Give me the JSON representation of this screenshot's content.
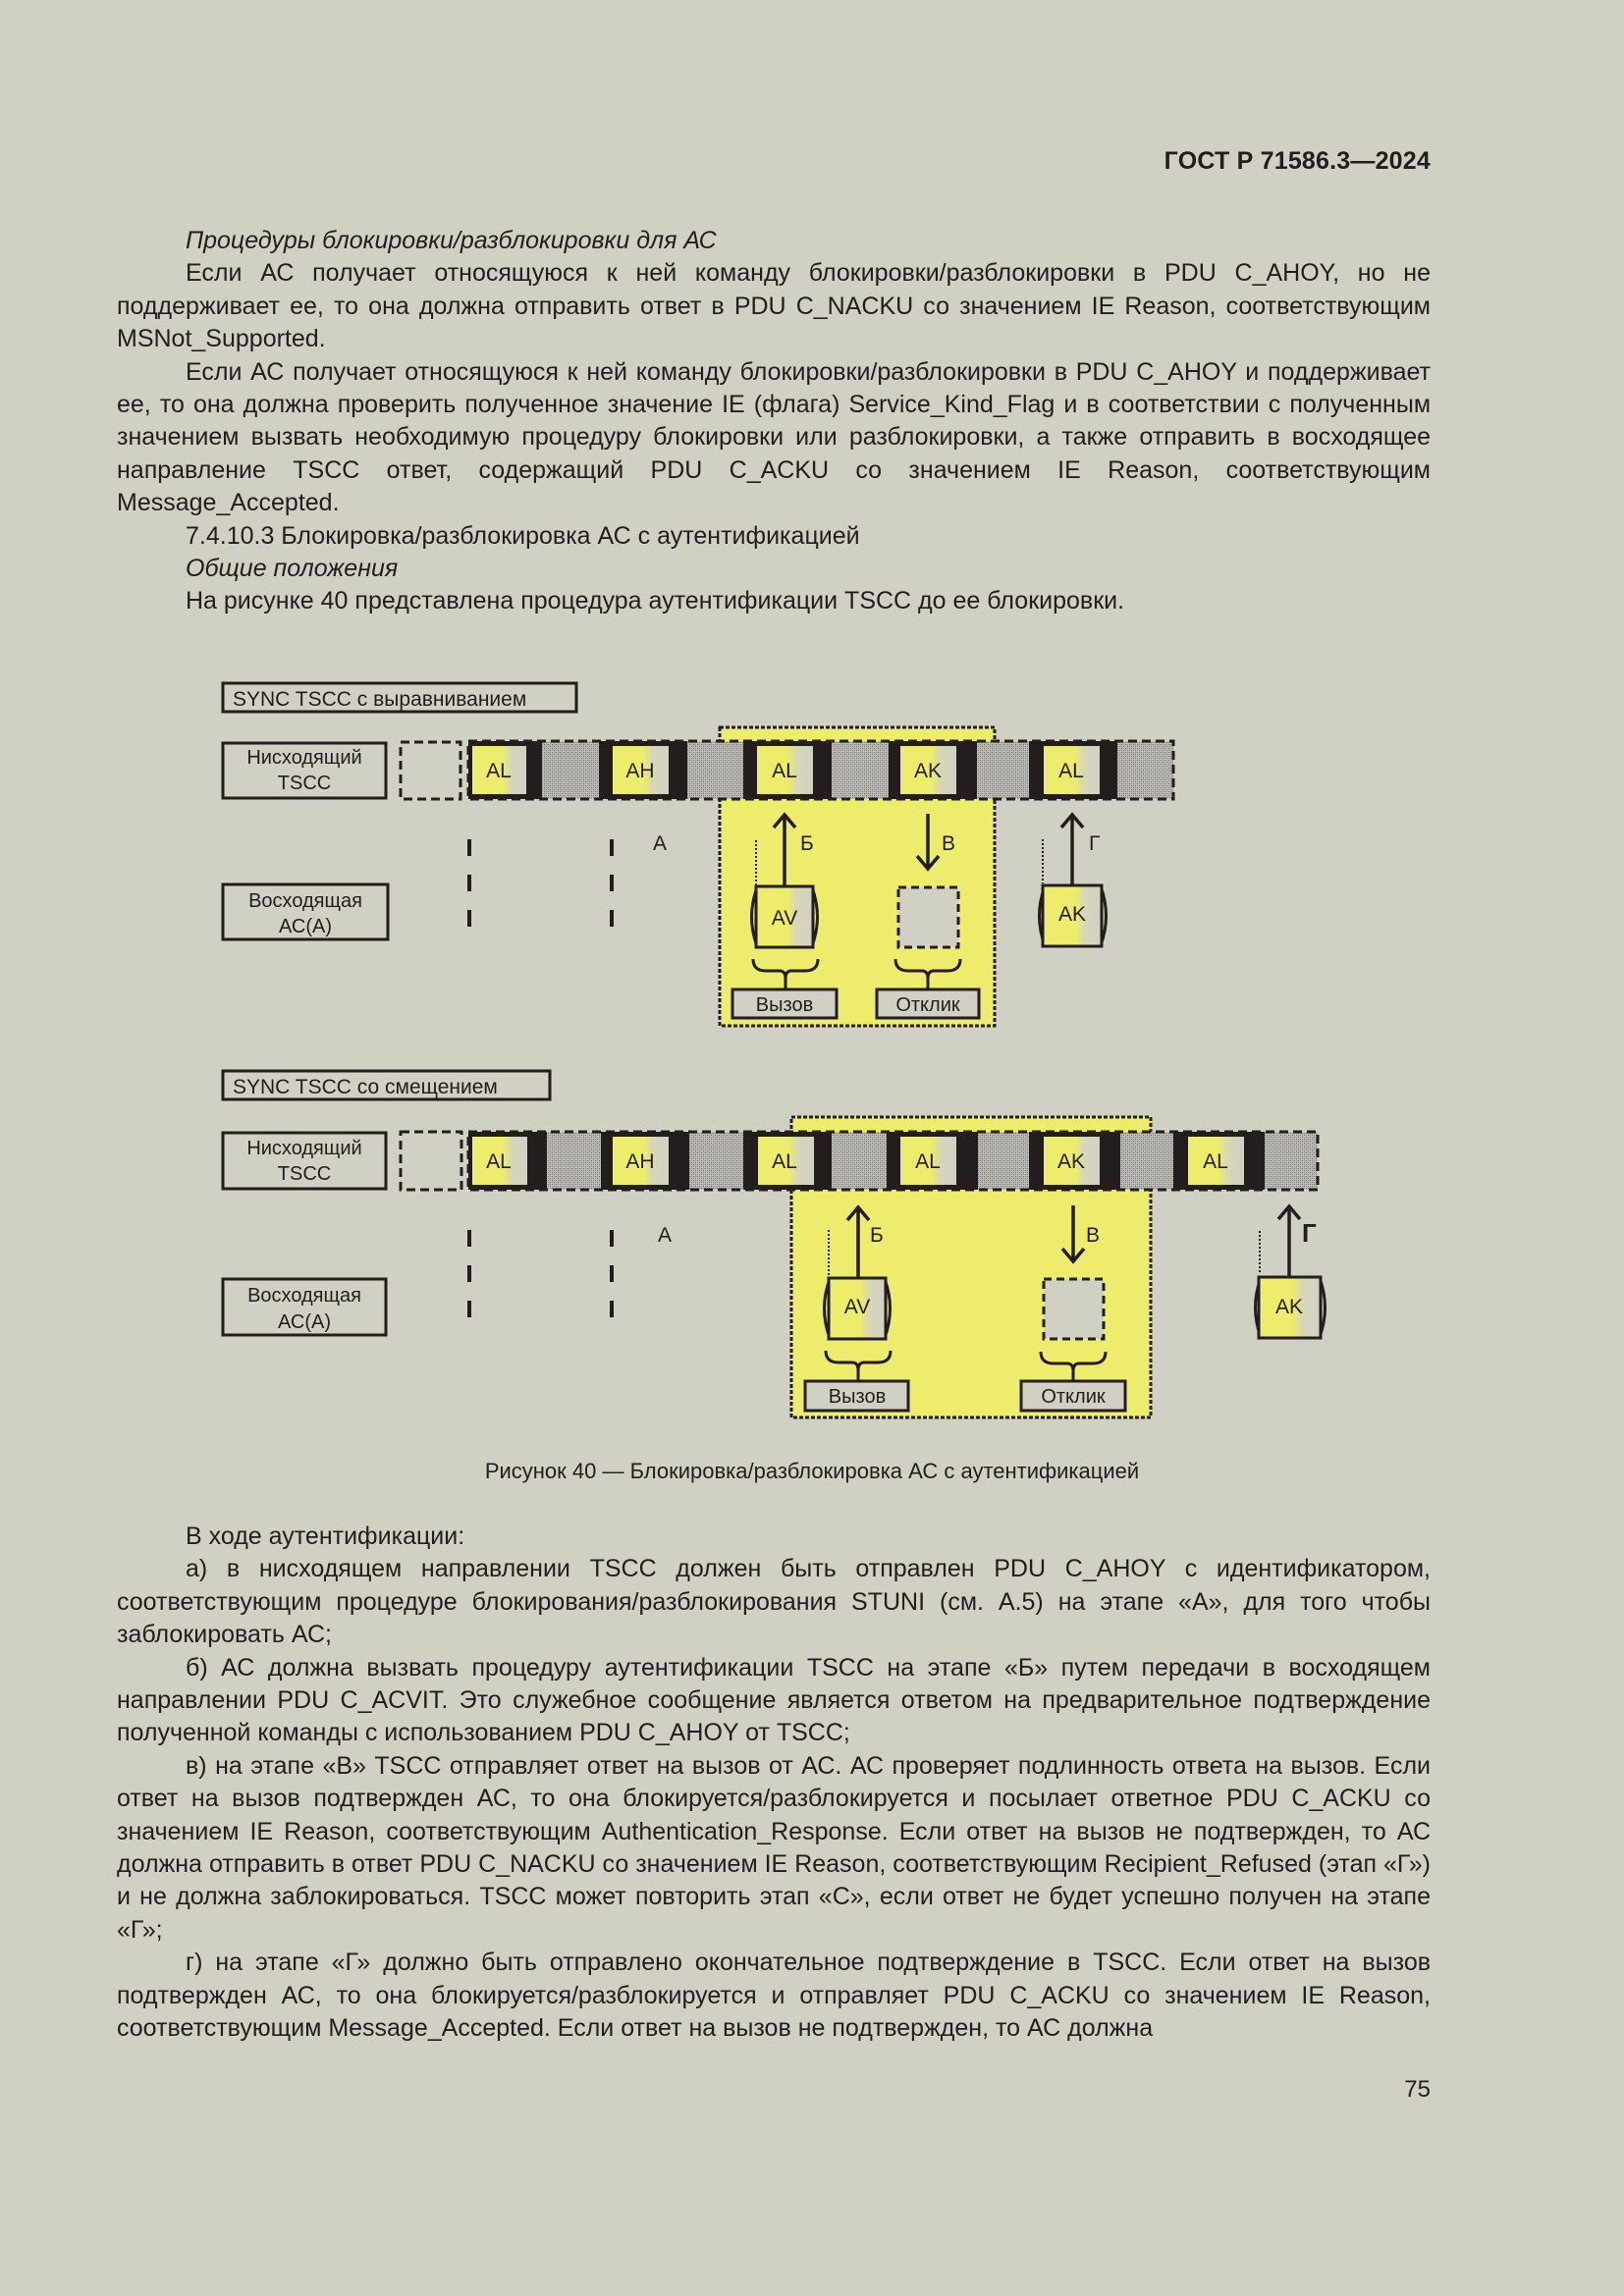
{
  "header": {
    "doc_id": "ГОСТ Р 71586.3—2024"
  },
  "section1": {
    "p1": "Процедуры блокировки/разблокировки для АС",
    "p2": "Если АС получает относящуюся к ней команду блокировки/разблокировки в PDU C_AHOY, но не поддерживает ее, то она должна отправить ответ в PDU C_NACKU со значением IE Reason, соответствующим MSNot_Supported.",
    "p3": "Если АС получает относящуюся к ней команду блокировки/разблокировки в PDU C_AHOY и поддерживает ее, то она должна проверить полученное значение IE (флага) Service_Kind_Flag и в соответствии с полученным значением вызвать необходимую процедуру блокировки или разблокировки, а также отправить в восходящее направление TSCC ответ, содержащий PDU C_ACKU со значением IE Reason, соответствующим Message_Accepted.",
    "p4": "7.4.10.3 Блокировка/разблокировка АС с аутентификацией",
    "p5": "Общие положения",
    "p6": "На рисунке 40 представлена процедура аутентификации TSCC до ее блокировки."
  },
  "figure": {
    "colors": {
      "yellow": "#eeec6c",
      "ink": "#231d1d",
      "gray": "#a9a8a2",
      "bg": "#d1d0c4"
    },
    "diagram1": {
      "title": "SYNC TSCC с выравниванием",
      "downlink_label_1": "Нисходящий",
      "downlink_label_2": "TSCC",
      "uplink_label_1": "Восходящая",
      "uplink_label_2": "АС(А)",
      "slots": [
        "AL",
        "AH",
        "AL",
        "AK",
        "AL"
      ],
      "stage_a": "А",
      "stage_b": "Б",
      "stage_v": "В",
      "stage_g": "Г",
      "uplink_av": "AV",
      "uplink_ak": "AK",
      "call_label": "Вызов",
      "response_label": "Отклик"
    },
    "diagram2": {
      "title": "SYNC TSCC со смещением",
      "downlink_label_1": "Нисходящий",
      "downlink_label_2": "TSCC",
      "uplink_label_1": "Восходящая",
      "uplink_label_2": "АС(А)",
      "slots": [
        "AL",
        "AH",
        "AL",
        "AL",
        "AK",
        "AL"
      ],
      "stage_a": "А",
      "stage_b": "Б",
      "stage_v": "В",
      "stage_g": "Г",
      "uplink_av": "AV",
      "uplink_ak": "AK",
      "call_label": "Вызов",
      "response_label": "Отклик"
    },
    "caption": "Рисунок 40 — Блокировка/разблокировка АС с аутентификацией"
  },
  "section2": {
    "p1": "В ходе аутентификации:",
    "p2": "а) в нисходящем направлении TSCC должен быть отправлен PDU C_AHOY с идентификатором, соответствующим процедуре блокирования/разблокирования STUNI (см. А.5) на этапе «А», для того чтобы заблокировать АС;",
    "p3": "б) АС должна вызвать процедуру аутентификации TSCC на этапе «Б» путем передачи в восходящем направлении PDU C_ACVIT. Это служебное сообщение является ответом на предварительное подтверждение полученной команды с использованием PDU C_AHOY от TSCC;",
    "p4": "в) на этапе «В» TSCC отправляет ответ на вызов от АС. АС проверяет подлинность ответа на вызов. Если ответ на вызов подтвержден АС, то она блокируется/разблокируется и посылает ответное PDU C_ACKU со значением IE Reason, соответствующим Authentication_Response. Если ответ на вызов не подтвержден, то АС должна отправить в ответ PDU C_NACKU со значением IE Reason, соответствующим Recipient_Refused (этап «Г») и не должна заблокироваться. TSCC может повторить этап «С», если ответ не будет успешно получен на этапе «Г»;",
    "p5": "г) на этапе «Г» должно быть отправлено окончательное подтверждение в TSCC. Если ответ на вызов подтвержден АС, то она блокируется/разблокируется и отправляет PDU C_ACKU со значением IE Reason, соответствующим Message_Accepted. Если ответ на вызов не подтвержден, то АС должна"
  },
  "footer": {
    "page_number": "75"
  }
}
